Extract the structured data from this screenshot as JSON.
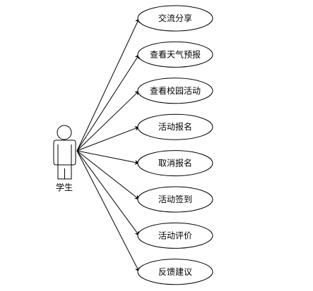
{
  "actor": {
    "label": "学生"
  },
  "use_cases": [
    {
      "label": "交流分享"
    },
    {
      "label": "查看天气预报"
    },
    {
      "label": "查看校园活动"
    },
    {
      "label": "活动报名"
    },
    {
      "label": "取消报名"
    },
    {
      "label": "活动签到"
    },
    {
      "label": "活动评价"
    },
    {
      "label": "反馈建议"
    }
  ],
  "colors": {
    "stroke": "#000000",
    "fill": "#ffffff"
  }
}
